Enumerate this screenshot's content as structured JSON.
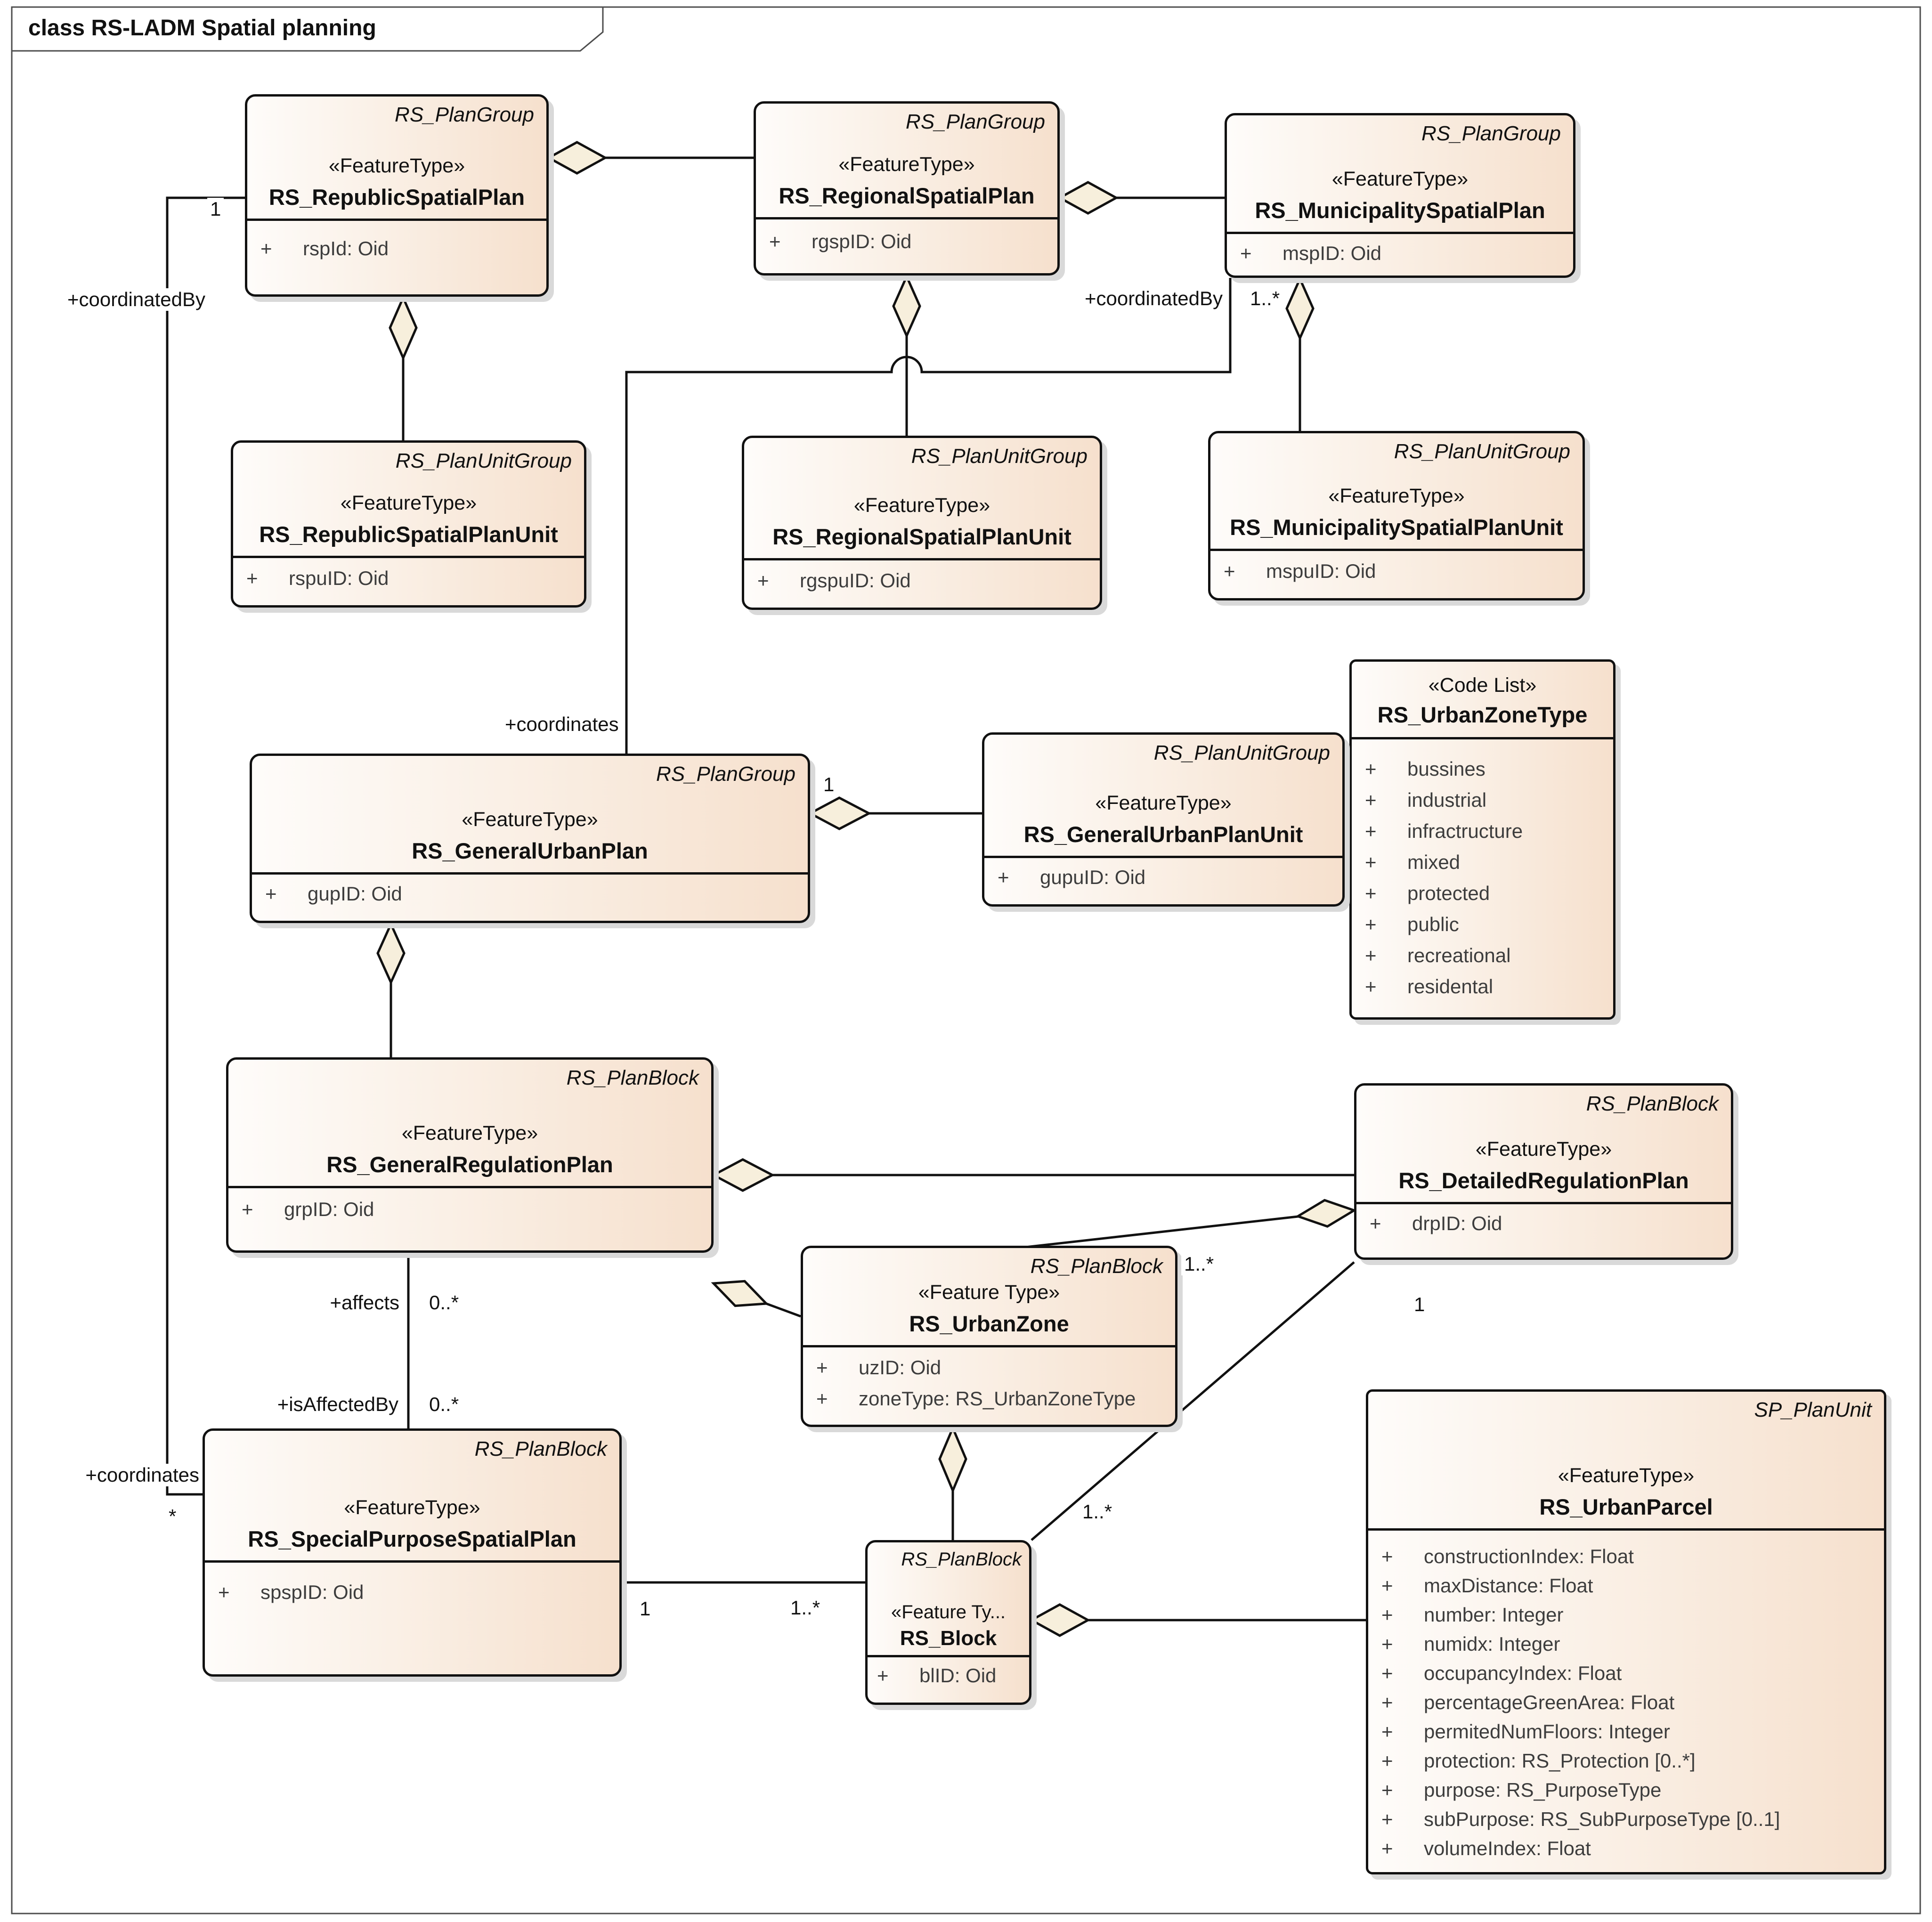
{
  "frame": {
    "title": "class RS-LADM Spatial planning"
  },
  "visibility_prefix": "+",
  "classes": [
    {
      "key": "republic-spatial-plan",
      "tab": "RS_PlanGroup",
      "stereotype": "«FeatureType»",
      "name": "RS_RepublicSpatialPlan",
      "attributes": [
        "rspId: Oid"
      ]
    },
    {
      "key": "regional-spatial-plan",
      "tab": "RS_PlanGroup",
      "stereotype": "«FeatureType»",
      "name": "RS_RegionalSpatialPlan",
      "attributes": [
        "rgspID: Oid"
      ]
    },
    {
      "key": "municipality-spatial-plan",
      "tab": "RS_PlanGroup",
      "stereotype": "«FeatureType»",
      "name": "RS_MunicipalitySpatialPlan",
      "attributes": [
        "mspID: Oid"
      ]
    },
    {
      "key": "republic-spatial-plan-unit",
      "tab": "RS_PlanUnitGroup",
      "stereotype": "«FeatureType»",
      "name": "RS_RepublicSpatialPlanUnit",
      "attributes": [
        "rspuID: Oid"
      ]
    },
    {
      "key": "regional-spatial-plan-unit",
      "tab": "RS_PlanUnitGroup",
      "stereotype": "«FeatureType»",
      "name": "RS_RegionalSpatialPlanUnit",
      "attributes": [
        "rgspuID: Oid"
      ]
    },
    {
      "key": "municipality-spatial-plan-unit",
      "tab": "RS_PlanUnitGroup",
      "stereotype": "«FeatureType»",
      "name": "RS_MunicipalitySpatialPlanUnit",
      "attributes": [
        "mspuID: Oid"
      ]
    },
    {
      "key": "urban-zone-type",
      "tab": "",
      "stereotype": "«Code List»",
      "name": "RS_UrbanZoneType",
      "attributes": [
        "bussines",
        "industrial",
        "infractructure",
        "mixed",
        "protected",
        "public",
        "recreational",
        "residental"
      ]
    },
    {
      "key": "general-urban-plan",
      "tab": "RS_PlanGroup",
      "stereotype": "«FeatureType»",
      "name": "RS_GeneralUrbanPlan",
      "attributes": [
        "gupID: Oid"
      ]
    },
    {
      "key": "general-urban-plan-unit",
      "tab": "RS_PlanUnitGroup",
      "stereotype": "«FeatureType»",
      "name": "RS_GeneralUrbanPlanUnit",
      "attributes": [
        "gupuID: Oid"
      ]
    },
    {
      "key": "general-regulation-plan",
      "tab": "RS_PlanBlock",
      "stereotype": "«FeatureType»",
      "name": "RS_GeneralRegulationPlan",
      "attributes": [
        "grpID: Oid"
      ]
    },
    {
      "key": "detailed-regulation-plan",
      "tab": "RS_PlanBlock",
      "stereotype": "«FeatureType»",
      "name": "RS_DetailedRegulationPlan",
      "attributes": [
        "drpID: Oid"
      ]
    },
    {
      "key": "urban-zone",
      "tab": "RS_PlanBlock",
      "stereotype": "«Feature Type»",
      "name": "RS_UrbanZone",
      "attributes": [
        "uzID: Oid",
        "zoneType: RS_UrbanZoneType"
      ]
    },
    {
      "key": "special-purpose-spatial-plan",
      "tab": "RS_PlanBlock",
      "stereotype": "«FeatureType»",
      "name": "RS_SpecialPurposeSpatialPlan",
      "attributes": [
        "spspID: Oid"
      ]
    },
    {
      "key": "block",
      "tab": "RS_PlanBlock",
      "stereotype": "«Feature Ty...",
      "name": "RS_Block",
      "attributes": [
        "blID: Oid"
      ]
    },
    {
      "key": "urban-parcel",
      "tab": "SP_PlanUnit",
      "stereotype": "«FeatureType»",
      "name": "RS_UrbanParcel",
      "attributes": [
        "constructionIndex: Float",
        "maxDistance: Float",
        "number: Integer",
        "numidx: Integer",
        "occupancyIndex: Float",
        "percentageGreenArea: Float",
        "permitedNumFloors: Integer",
        "protection: RS_Protection [0..*]",
        "purpose: RS_PurposeType",
        "subPurpose: RS_SubPurposeType [0..1]",
        "volumeIndex: Float"
      ]
    }
  ],
  "connector_labels": {
    "republic_mult": "1",
    "coordinatedBy_republic": "+coordinatedBy",
    "coordinates_spsp": "+coordinates",
    "spsp_mult": "*",
    "coordinatedBy_municipality": "+coordinatedBy",
    "municipality_mult": "1..*",
    "coordinates_gup": "+coordinates",
    "gup_unit_mult": "1",
    "affects_role": "+affects",
    "affects_mult": "0..*",
    "isaffectedby_role": "+isAffectedBy",
    "isaffectedby_mult": "0..*",
    "urbanzone_drp_mult": "1..*",
    "drp_block_mult": "1",
    "block_drp_mult": "1..*",
    "spsp_block_mult": "1",
    "block_spsp_mult": "1..*"
  }
}
